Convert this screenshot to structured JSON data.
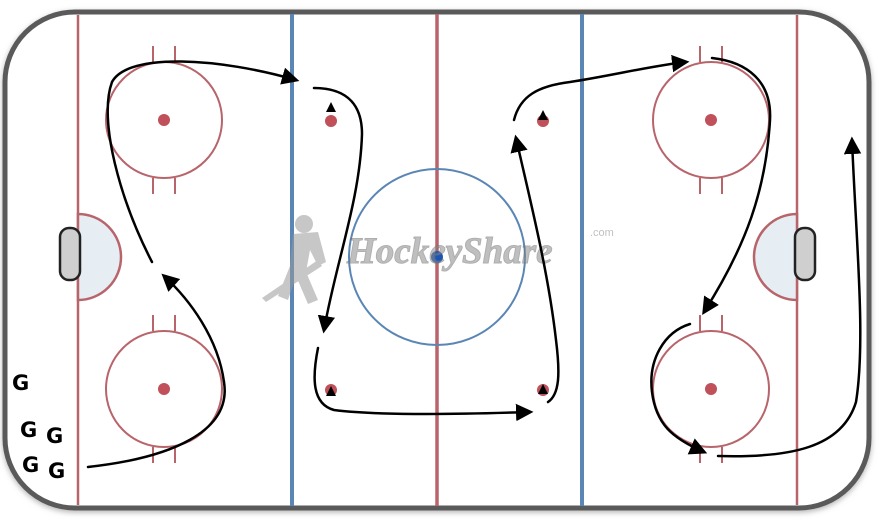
{
  "watermark": {
    "brand": "HockeyShare",
    "suffix": ".com"
  },
  "players": [
    {
      "label": "G"
    },
    {
      "label": "G"
    },
    {
      "label": "G"
    },
    {
      "label": "G"
    },
    {
      "label": "G"
    }
  ],
  "colors": {
    "red_line": "#b8646b",
    "blue_line": "#5a86b5",
    "faceoff_dot": "#c0505a",
    "center_dot": "#1a55b5",
    "goal_crease": "#e6eef4",
    "net": "#cccccc",
    "path": "#000000",
    "board": "#555555"
  },
  "icons": [
    "pylon-icon",
    "arrow-head-icon",
    "hockey-player-icon"
  ]
}
